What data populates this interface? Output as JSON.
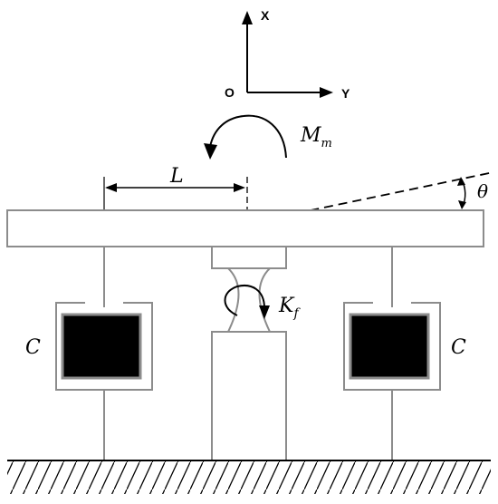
{
  "axes": {
    "x_label": "X",
    "y_label": "Y",
    "origin_label": "O"
  },
  "labels": {
    "moment_main": "M",
    "moment_sub": "m",
    "length": "L",
    "angle": "θ",
    "stiffness_main": "K",
    "stiffness_sub": "f",
    "damping_left": "C",
    "damping_right": "C"
  },
  "colors": {
    "outline": "#8c8c8c",
    "ink": "#000000",
    "damper_fill": "#000000",
    "background": "#ffffff"
  }
}
